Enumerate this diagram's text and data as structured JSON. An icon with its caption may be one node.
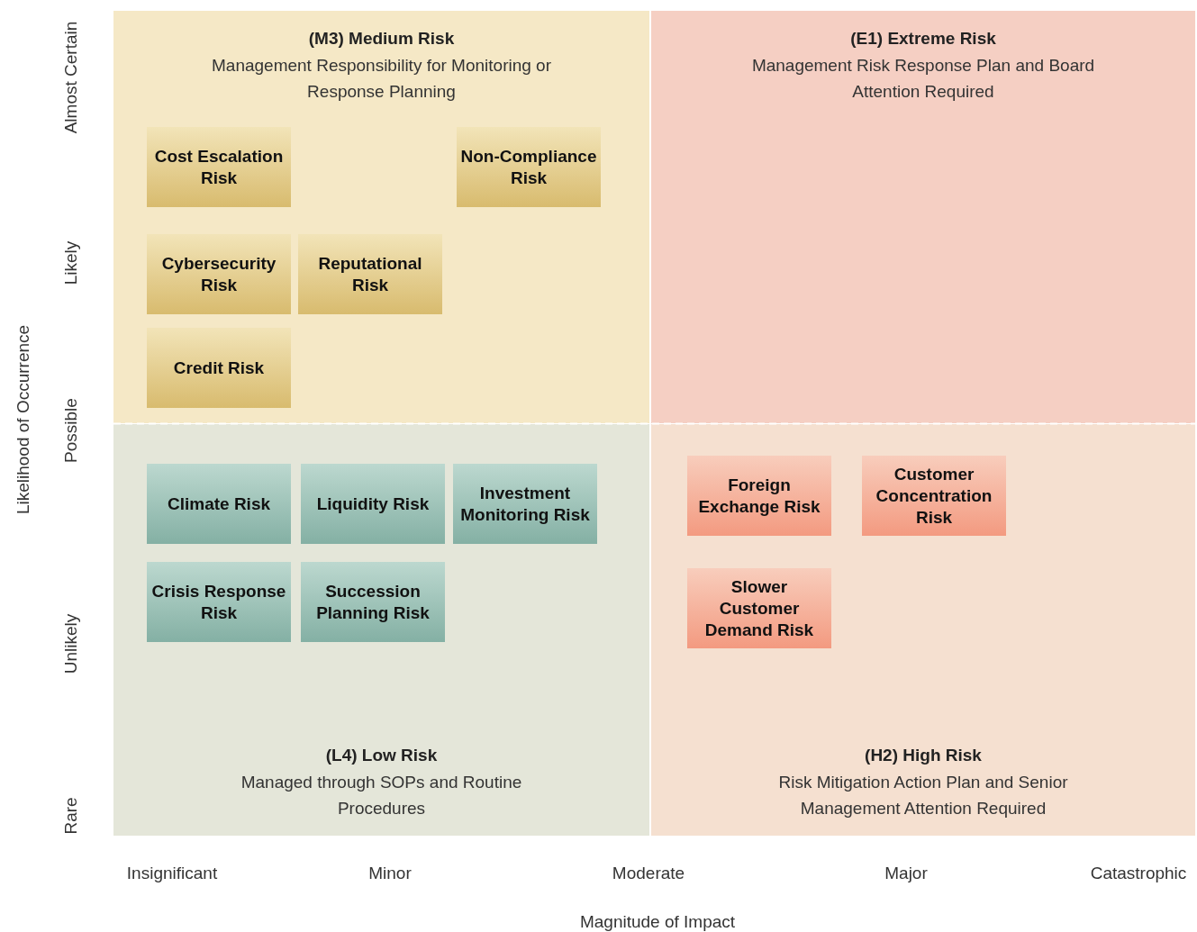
{
  "diagram": {
    "nodes": [
      {
        "text": [
          "(M3) Medium Risk",
          "Management Responsibility for Monitoring or Response Planning"
        ]
      },
      {
        "text": [
          "Cost Escalation Risk"
        ],
        "in": 0
      },
      {
        "text": [
          "Non-Compliance Risk"
        ],
        "in": 0
      },
      {
        "text": [
          "Cybersecurity Risk"
        ],
        "in": 0
      },
      {
        "text": [
          "Reputational Risk"
        ],
        "in": 0
      },
      {
        "text": [
          "Credit Risk"
        ],
        "in": 0
      },
      {
        "text": [
          "(E1) Extreme Risk",
          "Management Risk Response Plan and Board Attention Required"
        ]
      },
      {
        "text": [
          "(L4) Low Risk",
          "Managed through SOPs and Routine Procedures"
        ]
      },
      {
        "text": [
          "Climate Risk"
        ],
        "in": 7
      },
      {
        "text": [
          "Liquidity Risk"
        ],
        "in": 7
      },
      {
        "text": [
          "Investment Monitoring Risk"
        ],
        "in": 7
      },
      {
        "text": [
          "Crisis Response Risk"
        ],
        "in": 7
      },
      {
        "text": [
          "Succession Planning Risk"
        ],
        "in": 7
      },
      {
        "text": [
          "(H2) High Risk",
          "Risk Mitigation Action Plan and Senior Management Attention Required"
        ]
      },
      {
        "text": [
          "Foreign Exchange Risk"
        ],
        "in": 13
      },
      {
        "text": [
          "Customer Concentration Risk"
        ],
        "in": 13
      },
      {
        "text": [
          "Slower Customer Demand Risk"
        ],
        "in": 13
      }
    ],
    "labels": [
      "Almost Certain",
      "Likely",
      "Possible",
      "Unlikely",
      "Rare",
      "Likelihood of Occurrence",
      "Insignificant",
      "Minor",
      "Moderate",
      "Major",
      "Catastrophic",
      "Magnitude of Impact"
    ]
  }
}
